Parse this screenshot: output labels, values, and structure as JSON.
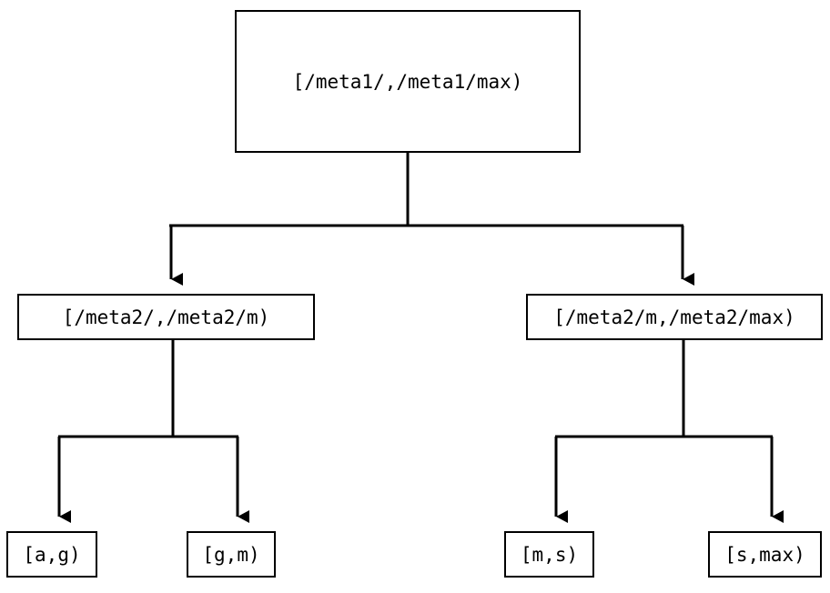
{
  "diagram": {
    "type": "tree",
    "title": "",
    "orientation": "top-down",
    "background_color": "#ffffff",
    "line_color": "#000000",
    "box_border_color": "#000000",
    "box_fill_color": "#ffffff",
    "text_color": "#000000",
    "edge_style": "orthogonal",
    "arrowhead": "solid-triangle-down",
    "nodes": {
      "root": {
        "label": "[/meta1/,/meta1/max)",
        "level": 0
      },
      "mid_left": {
        "label": "[/meta2/,/meta2/m)",
        "level": 1
      },
      "mid_right": {
        "label": "[/meta2/m,/meta2/max)",
        "level": 1
      },
      "leaves": [
        {
          "label": "[a,g)",
          "level": 2,
          "parent": "mid_left"
        },
        {
          "label": "[g,m)",
          "level": 2,
          "parent": "mid_left"
        },
        {
          "label": "[m,s)",
          "level": 2,
          "parent": "mid_right"
        },
        {
          "label": "[s,max)",
          "level": 2,
          "parent": "mid_right"
        }
      ]
    },
    "edges": [
      {
        "from": "root",
        "to": "mid_left"
      },
      {
        "from": "root",
        "to": "mid_right"
      },
      {
        "from": "mid_left",
        "to": "[a,g)"
      },
      {
        "from": "mid_left",
        "to": "[g,m)"
      },
      {
        "from": "mid_right",
        "to": "[m,s)"
      },
      {
        "from": "mid_right",
        "to": "[s,max)"
      }
    ]
  }
}
